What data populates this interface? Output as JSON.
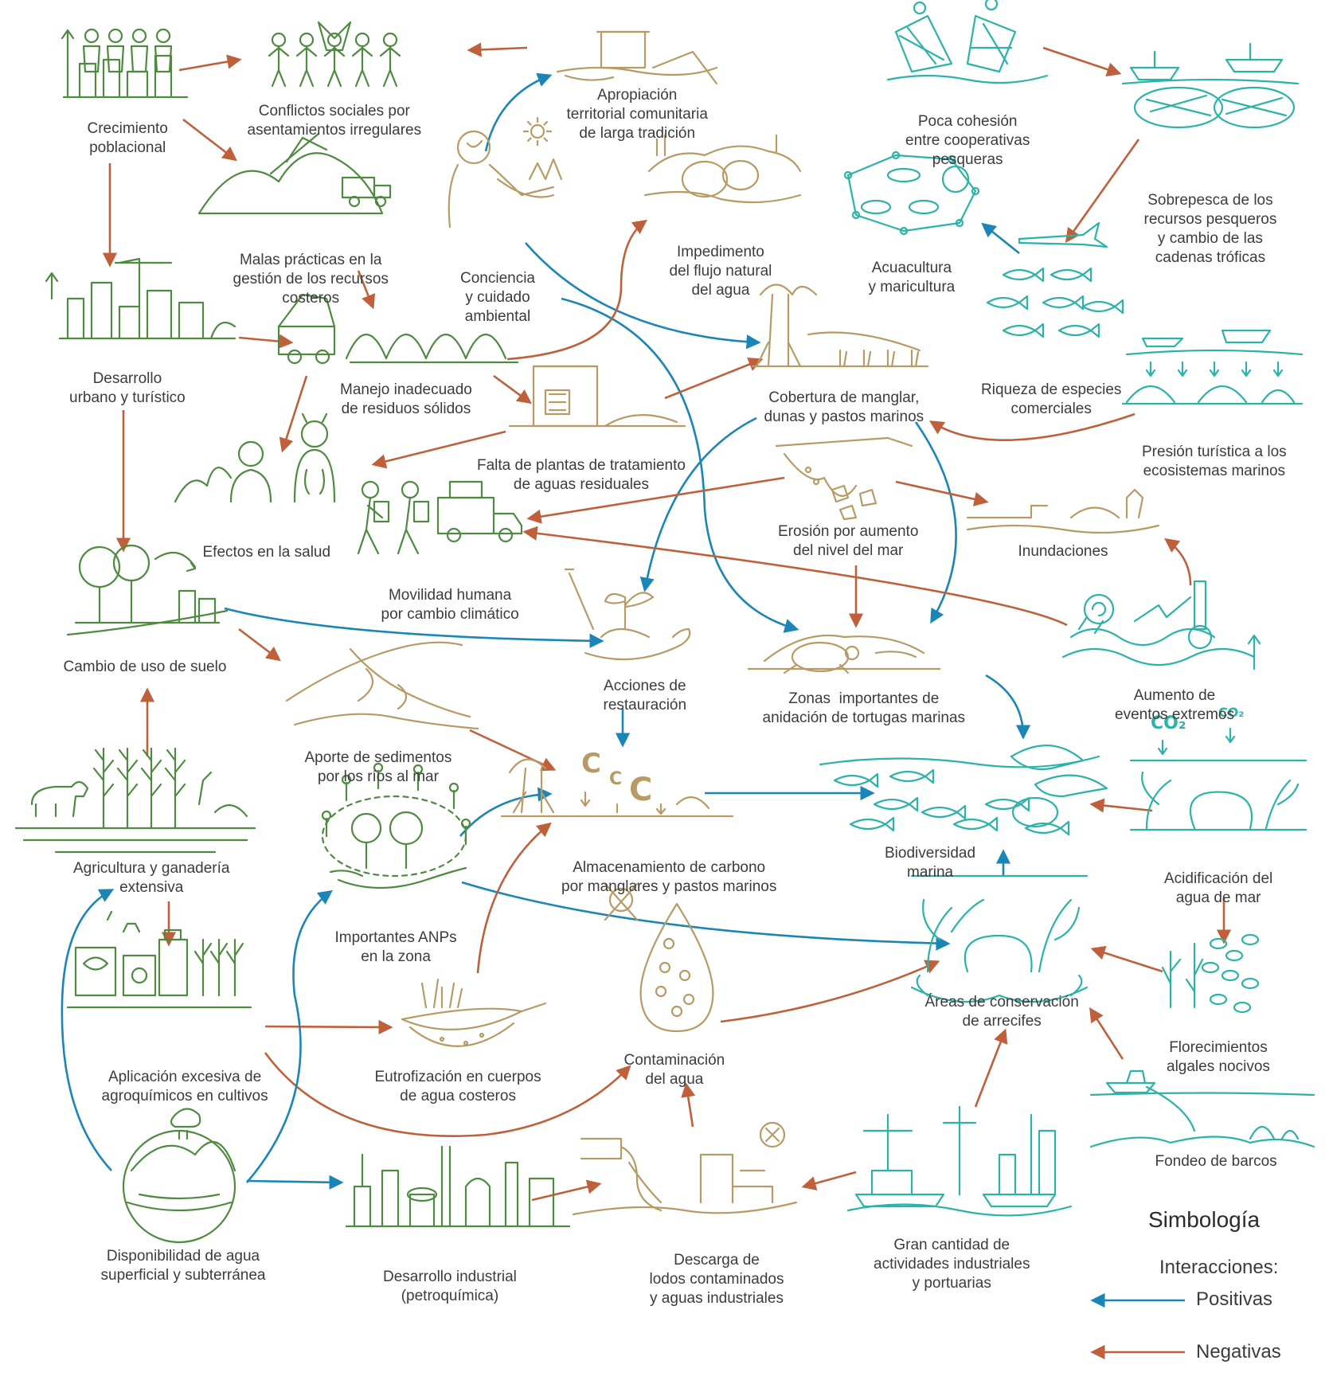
{
  "colors": {
    "positive": "#1a86b8",
    "negative": "#c0603a",
    "social_green": "#4e8a3f",
    "ecosystem_tan": "#b89a64",
    "marine_teal": "#2bb3a7",
    "text": "#3c3c3c"
  },
  "nodes": {
    "crecimiento": {
      "label": "Crecimiento\npoblacional",
      "icon": "population-growth-icon"
    },
    "conflictos": {
      "label": "Conflictos sociales por\nasentamientos irregulares",
      "icon": "social-conflict-icon"
    },
    "apropiacion": {
      "label": "Apropiación\nterritorial comunitaria\nde larga tradición",
      "icon": "coastal-house-icon"
    },
    "cohesion": {
      "label": "Poca cohesión\nentre cooperativas\npesqueras",
      "icon": "fishing-nets-icon"
    },
    "sobrepesca": {
      "label": "Sobrepesca de los\nrecursos pesqueros\ny cambio de las\ncadenas tróficas",
      "icon": "fishing-boats-icon"
    },
    "malas_practicas": {
      "label": "Malas prácticas en la\ngestión de los recursos\ncosteros",
      "icon": "mining-truck-icon"
    },
    "conciencia": {
      "label": "Conciencia\ny cuidado\nambiental",
      "icon": "person-awareness-icon"
    },
    "impedimento": {
      "label": "Impedimento\ndel flujo natural\ndel agua",
      "icon": "blocked-water-icon"
    },
    "acuacultura": {
      "label": "Acuacultura\ny maricultura",
      "icon": "aquaculture-icon"
    },
    "desarrollo_urbano": {
      "label": "Desarrollo\nurbano y turístico",
      "icon": "city-construction-icon"
    },
    "residuos": {
      "label": "Manejo inadecuado\nde residuos sólidos",
      "icon": "garbage-truck-icon"
    },
    "cobertura": {
      "label": "Cobertura de manglar,\ndunas y pastos marinos",
      "icon": "mangrove-icon"
    },
    "riqueza": {
      "label": "Riqueza de especies\ncomerciales",
      "icon": "fish-school-icon"
    },
    "plantas": {
      "label": "Falta de plantas de tratamiento\nde aguas residuales",
      "icon": "treatment-plant-icon"
    },
    "presion": {
      "label": "Presión turística a los\necosistemas marinos",
      "icon": "tourist-boats-icon"
    },
    "salud": {
      "label": "Efectos en la salud",
      "icon": "health-effects-icon"
    },
    "erosion": {
      "label": "Erosión por aumento\ndel nivel del mar",
      "icon": "erosion-icon"
    },
    "inundaciones": {
      "label": "Inundaciones",
      "icon": "flood-icon"
    },
    "movilidad": {
      "label": "Movilidad humana\npor cambio climático",
      "icon": "migrants-icon"
    },
    "cambio_suelo": {
      "label": "Cambio de uso de suelo",
      "icon": "deforestation-icon"
    },
    "restauracion": {
      "label": "Acciones de\nrestauración",
      "icon": "planting-hand-icon"
    },
    "tortugas": {
      "label": "Zonas  importantes de\nanidación de tortugas marinas",
      "icon": "sea-turtle-icon"
    },
    "eventos": {
      "label": "Aumento de\neventos extremos",
      "icon": "hurricane-thermometer-icon"
    },
    "sedimentos": {
      "label": "Aporte de sedimentos\npor los ríos al mar",
      "icon": "river-delta-icon"
    },
    "carbono": {
      "label": "Almacenamiento de carbono\npor manglares y pastos marinos",
      "icon": "carbon-storage-icon"
    },
    "biodiversidad": {
      "label": "Biodiversidad\nmarina",
      "icon": "marine-life-icon"
    },
    "acidificacion": {
      "label": "Acidificación del\nagua de mar",
      "icon": "co2-coral-icon"
    },
    "agricultura": {
      "label": "Agricultura y ganadería\nextensiva",
      "icon": "cow-crops-icon"
    },
    "anps": {
      "label": "Importantes ANPs\nen la zona",
      "icon": "protected-area-icon"
    },
    "arrecifes": {
      "label": "Áreas de conservación\nde arrecifes",
      "icon": "coral-reef-hands-icon"
    },
    "agroquimicos": {
      "label": "Aplicación excesiva de\nagroquímicos en cultivos",
      "icon": "agrochemicals-icon"
    },
    "eutrofizacion": {
      "label": "Eutrofización en cuerpos\nde agua costeros",
      "icon": "algae-bloom-water-icon"
    },
    "contaminacion": {
      "label": "Contaminación\ndel agua",
      "icon": "toxic-drop-icon"
    },
    "florecimientos": {
      "label": "Florecimientos\nalgales nocivos",
      "icon": "harmful-algae-icon"
    },
    "fondeo": {
      "label": "Fondeo de barcos",
      "icon": "anchored-boat-icon"
    },
    "disponibilidad": {
      "label": "Disponibilidad de agua\nsuperficial y subterránea",
      "icon": "water-cycle-icon"
    },
    "industrial": {
      "label": "Desarrollo industrial\n(petroquímica)",
      "icon": "refinery-icon"
    },
    "descarga": {
      "label": "Descarga de\nlodos contaminados\ny aguas industriales",
      "icon": "discharge-pipe-icon"
    },
    "gran_cantidad": {
      "label": "Gran cantidad de\nactividades industriales\ny portuarias",
      "icon": "port-industry-icon"
    }
  },
  "interactions": [
    {
      "from": "crecimiento",
      "to": "conflictos",
      "type": "negative"
    },
    {
      "from": "crecimiento",
      "to": "malas_practicas",
      "type": "negative"
    },
    {
      "from": "crecimiento",
      "to": "desarrollo_urbano",
      "type": "negative"
    },
    {
      "from": "apropiacion",
      "to": "conflictos",
      "type": "negative"
    },
    {
      "from": "conciencia",
      "to": "apropiacion",
      "type": "positive"
    },
    {
      "from": "conciencia",
      "to": "cobertura",
      "type": "positive"
    },
    {
      "from": "conciencia",
      "to": "tortugas",
      "type": "positive"
    },
    {
      "from": "cohesion",
      "to": "sobrepesca",
      "type": "negative"
    },
    {
      "from": "sobrepesca",
      "to": "riqueza",
      "type": "negative"
    },
    {
      "from": "riqueza",
      "to": "acuacultura",
      "type": "positive"
    },
    {
      "from": "malas_practicas",
      "to": "residuos",
      "type": "negative"
    },
    {
      "from": "desarrollo_urbano",
      "to": "residuos",
      "type": "negative"
    },
    {
      "from": "desarrollo_urbano",
      "to": "cambio_suelo",
      "type": "negative"
    },
    {
      "from": "residuos",
      "to": "impedimento",
      "type": "negative"
    },
    {
      "from": "residuos",
      "to": "plantas",
      "type": "negative"
    },
    {
      "from": "residuos",
      "to": "salud",
      "type": "negative"
    },
    {
      "from": "plantas",
      "to": "cobertura",
      "type": "negative"
    },
    {
      "from": "plantas",
      "to": "salud",
      "type": "negative"
    },
    {
      "from": "presion",
      "to": "cobertura",
      "type": "negative"
    },
    {
      "from": "cobertura",
      "to": "restauracion",
      "type": "positive"
    },
    {
      "from": "cobertura",
      "to": "tortugas",
      "type": "positive"
    },
    {
      "from": "erosion",
      "to": "movilidad",
      "type": "negative"
    },
    {
      "from": "erosion",
      "to": "inundaciones",
      "type": "negative"
    },
    {
      "from": "erosion",
      "to": "tortugas",
      "type": "negative"
    },
    {
      "from": "eventos",
      "to": "inundaciones",
      "type": "negative"
    },
    {
      "from": "eventos",
      "to": "movilidad",
      "type": "negative"
    },
    {
      "from": "cambio_suelo",
      "to": "restauracion",
      "type": "positive"
    },
    {
      "from": "cambio_suelo",
      "to": "sedimentos",
      "type": "negative"
    },
    {
      "from": "sedimentos",
      "to": "carbono",
      "type": "negative"
    },
    {
      "from": "restauracion",
      "to": "carbono",
      "type": "positive"
    },
    {
      "from": "carbono",
      "to": "biodiversidad",
      "type": "positive"
    },
    {
      "from": "tortugas",
      "to": "biodiversidad",
      "type": "positive"
    },
    {
      "from": "acidificacion",
      "to": "biodiversidad",
      "type": "negative"
    },
    {
      "from": "acidificacion",
      "to": "florecimientos",
      "type": "negative"
    },
    {
      "from": "agricultura",
      "to": "cambio_suelo",
      "type": "negative"
    },
    {
      "from": "agricultura",
      "to": "agroquimicos",
      "type": "negative"
    },
    {
      "from": "anps",
      "to": "carbono",
      "type": "positive"
    },
    {
      "from": "anps",
      "to": "arrecifes",
      "type": "positive"
    },
    {
      "from": "arrecifes",
      "to": "biodiversidad",
      "type": "positive"
    },
    {
      "from": "florecimientos",
      "to": "arrecifes",
      "type": "negative"
    },
    {
      "from": "fondeo",
      "to": "arrecifes",
      "type": "negative"
    },
    {
      "from": "agroquimicos",
      "to": "eutrofizacion",
      "type": "negative"
    },
    {
      "from": "agroquimicos",
      "to": "contaminacion",
      "type": "negative"
    },
    {
      "from": "eutrofizacion",
      "to": "carbono",
      "type": "negative"
    },
    {
      "from": "contaminacion",
      "to": "arrecifes",
      "type": "negative"
    },
    {
      "from": "disponibilidad",
      "to": "agricultura",
      "type": "positive"
    },
    {
      "from": "disponibilidad",
      "to": "anps",
      "type": "positive"
    },
    {
      "from": "disponibilidad",
      "to": "industrial",
      "type": "positive"
    },
    {
      "from": "industrial",
      "to": "descarga",
      "type": "negative"
    },
    {
      "from": "descarga",
      "to": "contaminacion",
      "type": "negative"
    },
    {
      "from": "gran_cantidad",
      "to": "descarga",
      "type": "negative"
    },
    {
      "from": "gran_cantidad",
      "to": "arrecifes",
      "type": "negative"
    }
  ],
  "legend": {
    "title": "Simbología",
    "subtitle": "Interacciones:",
    "positive_label": "Positivas",
    "negative_label": "Negativas"
  }
}
